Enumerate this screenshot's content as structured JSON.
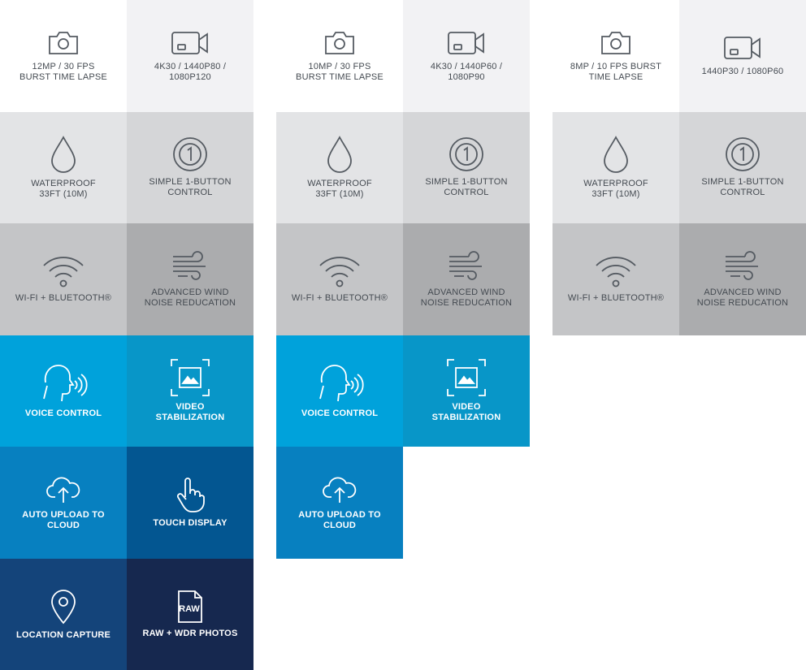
{
  "columns": [
    {
      "tiles": [
        {
          "label": "12MP / 30 FPS\nBURST TIME LAPSE",
          "icon": "camera-icon"
        },
        {
          "label": "4K30 / 1440P80 /\n1080P120",
          "icon": "video-camera-icon"
        },
        {
          "label": "WATERPROOF\n33FT (10M)",
          "icon": "water-drop-icon"
        },
        {
          "label": "SIMPLE 1-BUTTON\nCONTROL",
          "icon": "one-button-icon"
        },
        {
          "label": "WI-FI + BLUETOOTH®",
          "icon": "wifi-icon"
        },
        {
          "label": "ADVANCED WIND\nNOISE REDUCATION",
          "icon": "wind-icon"
        },
        {
          "label": "VOICE CONTROL",
          "icon": "voice-icon"
        },
        {
          "label": "VIDEO\nSTABILIZATION",
          "icon": "stabilization-icon"
        },
        {
          "label": "AUTO UPLOAD TO\nCLOUD",
          "icon": "cloud-upload-icon"
        },
        {
          "label": "TOUCH DISPLAY",
          "icon": "touch-icon"
        },
        {
          "label": "LOCATION CAPTURE",
          "icon": "location-pin-icon"
        },
        {
          "label": "RAW + WDR PHOTOS",
          "icon": "raw-file-icon",
          "icon_text": "RAW"
        }
      ]
    },
    {
      "tiles": [
        {
          "label": "10MP / 30 FPS\nBURST TIME LAPSE",
          "icon": "camera-icon"
        },
        {
          "label": "4K30 / 1440P60 /\n1080P90",
          "icon": "video-camera-icon"
        },
        {
          "label": "WATERPROOF\n33FT (10M)",
          "icon": "water-drop-icon"
        },
        {
          "label": "SIMPLE 1-BUTTON\nCONTROL",
          "icon": "one-button-icon"
        },
        {
          "label": "WI-FI + BLUETOOTH®",
          "icon": "wifi-icon"
        },
        {
          "label": "ADVANCED WIND\nNOISE REDUCATION",
          "icon": "wind-icon"
        },
        {
          "label": "VOICE CONTROL",
          "icon": "voice-icon"
        },
        {
          "label": "VIDEO\nSTABILIZATION",
          "icon": "stabilization-icon"
        },
        {
          "label": "AUTO UPLOAD TO\nCLOUD",
          "icon": "cloud-upload-icon"
        }
      ]
    },
    {
      "tiles": [
        {
          "label": "8MP / 10 FPS BURST\nTIME LAPSE",
          "icon": "camera-icon"
        },
        {
          "label": "1440P30 / 1080P60",
          "icon": "video-camera-icon"
        },
        {
          "label": "WATERPROOF\n33FT (10M)",
          "icon": "water-drop-icon"
        },
        {
          "label": "SIMPLE 1-BUTTON\nCONTROL",
          "icon": "one-button-icon"
        },
        {
          "label": "WI-FI + BLUETOOTH®",
          "icon": "wifi-icon"
        },
        {
          "label": "ADVANCED WIND\nNOISE REDUCATION",
          "icon": "wind-icon"
        }
      ]
    }
  ],
  "colors": {
    "gray_text": "#444a51",
    "icon_gray": "#555b62",
    "icon_white": "#ffffff",
    "blue_1": "#00a2db",
    "blue_6": "#16284f"
  }
}
